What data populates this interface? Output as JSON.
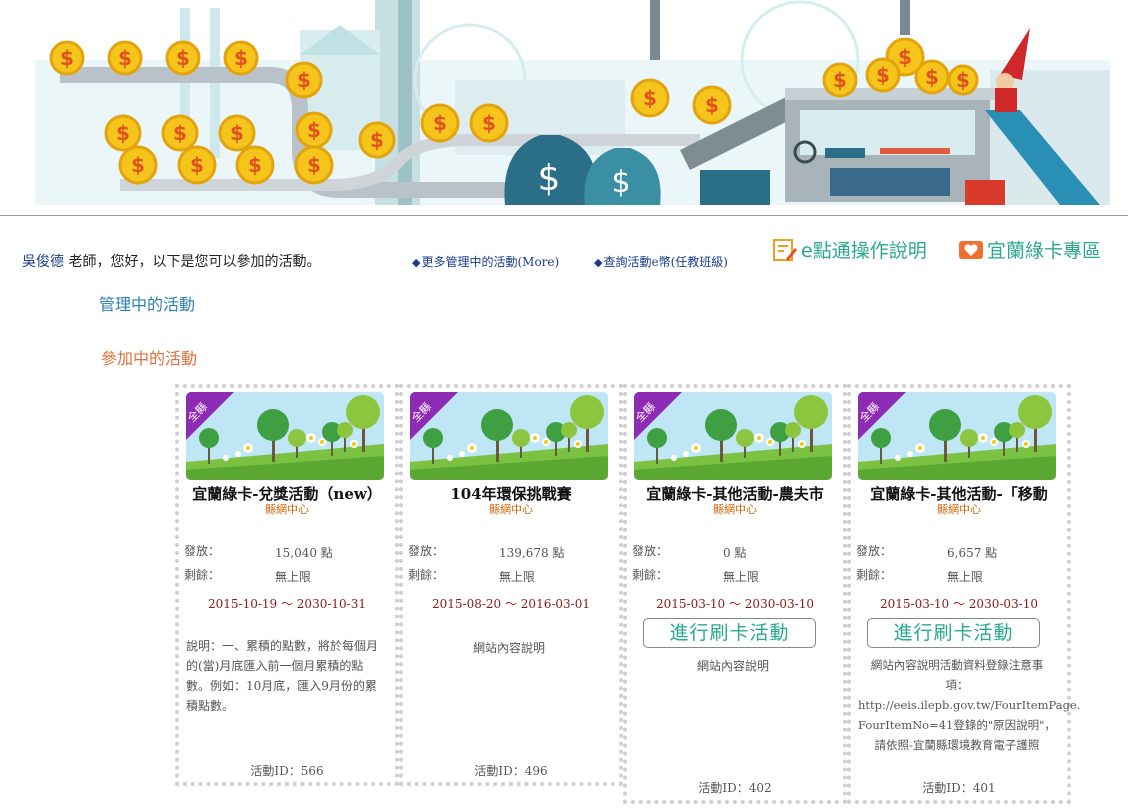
{
  "header": {
    "teacher_name": "吳俊德",
    "greeting_suffix": " 老師，您好，以下是您可以參加的活動。",
    "link_more": "更多管理中的活動(More)",
    "link_query": "查詢活動e幣(任教班級)",
    "link_help": "e點通操作說明",
    "link_green": "宜蘭綠卡專區",
    "accent": "#2ba892"
  },
  "sections": {
    "managing": "管理中的活動",
    "joining": "參加中的活動"
  },
  "cards": [
    {
      "badge": "全縣",
      "title": "宜蘭綠卡-兌獎活動（new）",
      "org": "縣網中心",
      "issued_label": "發放：",
      "issued_value": "15,040 點",
      "remain_label": "剩餘：",
      "remain_value": "無上限",
      "date": "2015-10-19 ～ 2030-10-31",
      "desc": "說明：一、累積的點數，將於每個月的(當)月底匯入前一個月累積的點數。例如：10月底，匯入9月份的累積點數。",
      "id_text": "活動ID：566"
    },
    {
      "badge": "全縣",
      "title": "104年環保挑戰賽",
      "org": "縣網中心",
      "issued_label": "發放：",
      "issued_value": "139,678 點",
      "remain_label": "剩餘：",
      "remain_value": "無上限",
      "date": "2015-08-20 ～ 2016-03-01",
      "desc": "網站內容說明",
      "id_text": "活動ID：496"
    },
    {
      "badge": "全縣",
      "title": "宜蘭綠卡-其他活動-農夫市",
      "org": "縣網中心",
      "issued_label": "發放：",
      "issued_value": "0 點",
      "remain_label": "剩餘：",
      "remain_value": "無上限",
      "date": "2015-03-10 ～ 2030-03-10",
      "button": "進行刷卡活動",
      "desc": "網站內容說明",
      "id_text": "活動ID：402"
    },
    {
      "badge": "全縣",
      "title": "宜蘭綠卡-其他活動-「移動",
      "org": "縣網中心",
      "issued_label": "發放：",
      "issued_value": "6,657 點",
      "remain_label": "剩餘：",
      "remain_value": "無上限",
      "date": "2015-03-10 ～ 2030-03-10",
      "button": "進行刷卡活動",
      "desc_lines": [
        "網站內容說明活動資料登錄注意事",
        "項：",
        "http://eeis.ilepb.gov.tw/FourItemPage.",
        "FourItemNo=41登錄的\"原因說明\"，",
        "請依照-宜蘭縣環境教育電子護照"
      ],
      "id_text": "活動ID：401"
    }
  ]
}
